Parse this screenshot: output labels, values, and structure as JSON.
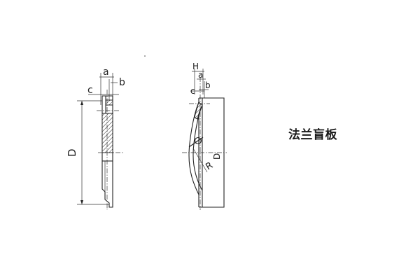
{
  "title": "法兰盲板",
  "left_view": {
    "labels": {
      "a": "a",
      "b": "b",
      "c": "c",
      "D": "D"
    }
  },
  "right_view": {
    "labels": {
      "H": "H",
      "a": "a",
      "b": "b",
      "c": "c",
      "D": "D",
      "R": "R"
    }
  }
}
